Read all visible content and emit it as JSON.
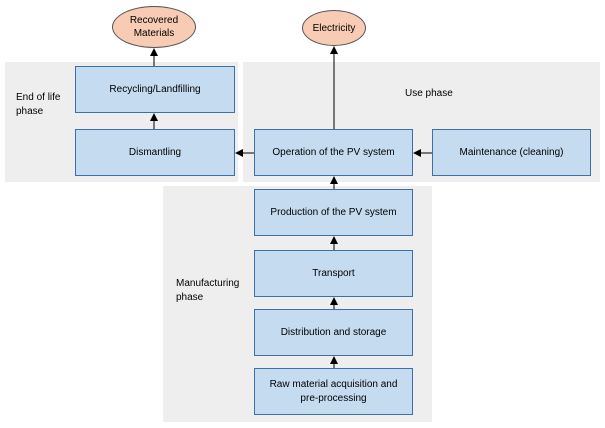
{
  "phases": {
    "end_of_life": "End of life\nphase",
    "use": "Use phase",
    "manufacturing": "Manufacturing\nphase"
  },
  "outputs": {
    "recovered": "Recovered\nMaterials",
    "electricity": "Electricity"
  },
  "boxes": {
    "recycling": "Recycling/Landfilling",
    "dismantling": "Dismantling",
    "operation": "Operation of the PV system",
    "maintenance": "Maintenance (cleaning)",
    "production": "Production of the PV system",
    "transport": "Transport",
    "distribution": "Distribution and storage",
    "raw_material": "Raw material acquisition and\npre-processing"
  },
  "colors": {
    "box_fill": "#c5dbef",
    "box_border": "#3d6fa8",
    "oval_fill": "#f8cbb4",
    "zone_fill": "#eeeeee"
  }
}
